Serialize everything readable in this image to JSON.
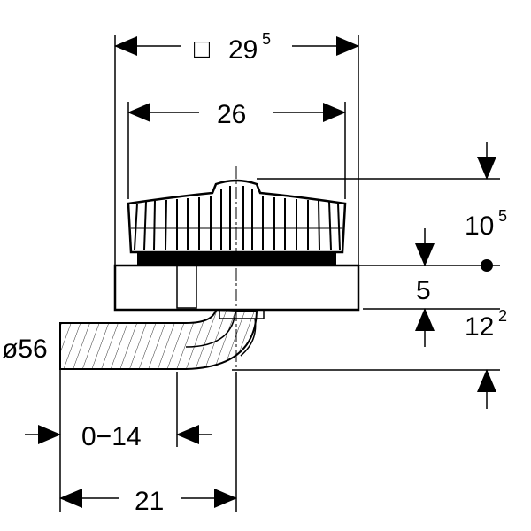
{
  "dimensions": {
    "outer_width": {
      "symbol": "□",
      "value": "29",
      "sup": "5"
    },
    "inner_width": {
      "value": "26"
    },
    "grate_height": {
      "value": "10",
      "sup": "5"
    },
    "body_height": {
      "value": "5"
    },
    "outlet_height": {
      "value": "12",
      "sup": "2"
    },
    "pipe_diameter": {
      "value": "ø56"
    },
    "pipe_adjust": {
      "value": "0−14"
    },
    "outlet_offset": {
      "value": "21"
    }
  },
  "colors": {
    "line": "#000000",
    "background": "#ffffff"
  }
}
